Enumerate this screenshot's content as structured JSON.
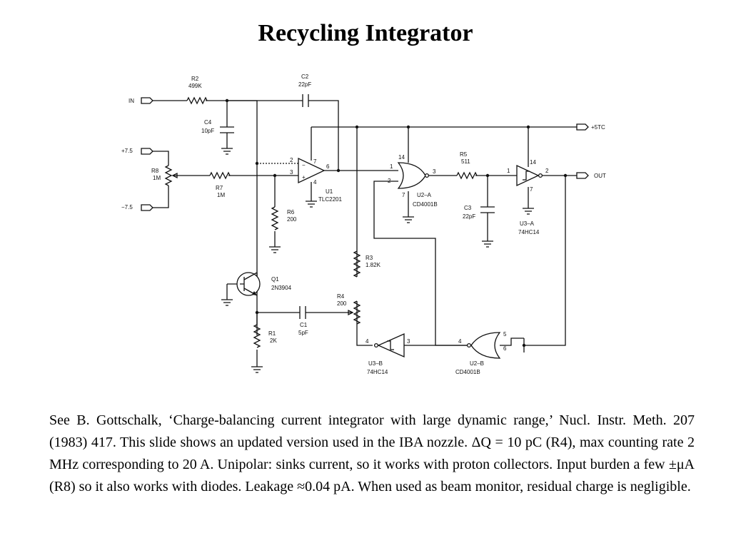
{
  "title": "Recycling Integrator",
  "caption": "See B. Gottschalk, ‘Charge-balancing current integrator with large dynamic range,’ Nucl. Instr. Meth. 207 (1983) 417. This slide shows an updated version used in the IBA nozzle. ΔQ = 10 pC (R4), max counting rate 2 MHz corresponding to 20 A. Unipolar: sinks current, so it works with proton collectors. Input burden a few ±μA (R8) so it also works with diodes. Leakage ≈0.04 pA. When used as beam monitor, residual charge is negligible.",
  "schematic": {
    "ports": {
      "in": "IN",
      "pos": "+7.5",
      "neg": "−7.5",
      "vcc": "+5TC",
      "out": "OUT"
    },
    "r2": {
      "ref": "R2",
      "value": "499K"
    },
    "c2": {
      "ref": "C2",
      "value": "22pF"
    },
    "c4": {
      "ref": "C4",
      "value": "10pF"
    },
    "r8": {
      "ref": "R8",
      "value": "1M"
    },
    "r7": {
      "ref": "R7",
      "value": "1M"
    },
    "r6": {
      "ref": "R6",
      "value": "200"
    },
    "u1": {
      "ref": "U1",
      "part": "TLC2201",
      "pins": [
        "2",
        "3",
        "7",
        "4",
        "6"
      ]
    },
    "u2a": {
      "ref": "U2–A",
      "part": "CD4001B",
      "pins": [
        "14",
        "1",
        "2",
        "7",
        "3"
      ]
    },
    "r5": {
      "ref": "R5",
      "value": "511"
    },
    "c3": {
      "ref": "C3",
      "value": "22pF"
    },
    "u3a": {
      "ref": "U3–A",
      "part": "74HC14",
      "pins": [
        "14",
        "1",
        "7",
        "2"
      ]
    },
    "r3": {
      "ref": "R3",
      "value": "1.82K"
    },
    "q1": {
      "ref": "Q1",
      "part": "2N3904"
    },
    "r4": {
      "ref": "R4",
      "value": "200"
    },
    "c1": {
      "ref": "C1",
      "value": "5pF"
    },
    "r1": {
      "ref": "R1",
      "value": "2K"
    },
    "u3b": {
      "ref": "U3–B",
      "part": "74HC14",
      "pins": [
        "4",
        "3"
      ]
    },
    "u2b": {
      "ref": "U2–B",
      "part": "CD4001B",
      "pins": [
        "4",
        "5",
        "6"
      ]
    }
  }
}
